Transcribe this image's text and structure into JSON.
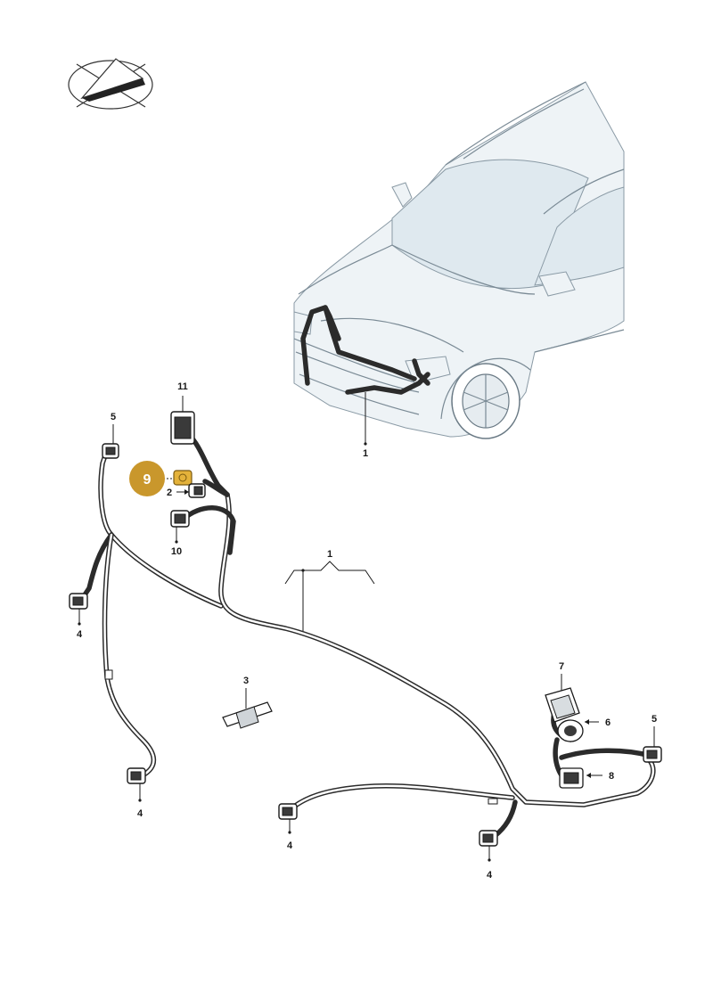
{
  "callouts": {
    "c1_car": "1",
    "c1_harness": "1",
    "c2": "2",
    "c3": "3",
    "c4_a": "4",
    "c4_b": "4",
    "c4_c": "4",
    "c4_d": "4",
    "c5_a": "5",
    "c5_b": "5",
    "c6": "6",
    "c7": "7",
    "c8": "8",
    "c9_badge": "9",
    "c10": "10",
    "c11": "11"
  },
  "colors": {
    "highlight_badge": "#c9972c",
    "highlight_part": "#e4b23a",
    "harness": "#2b2b2b",
    "car_outline": "#7a8a95"
  },
  "icons": {
    "logo": "view-orientation-icon"
  }
}
